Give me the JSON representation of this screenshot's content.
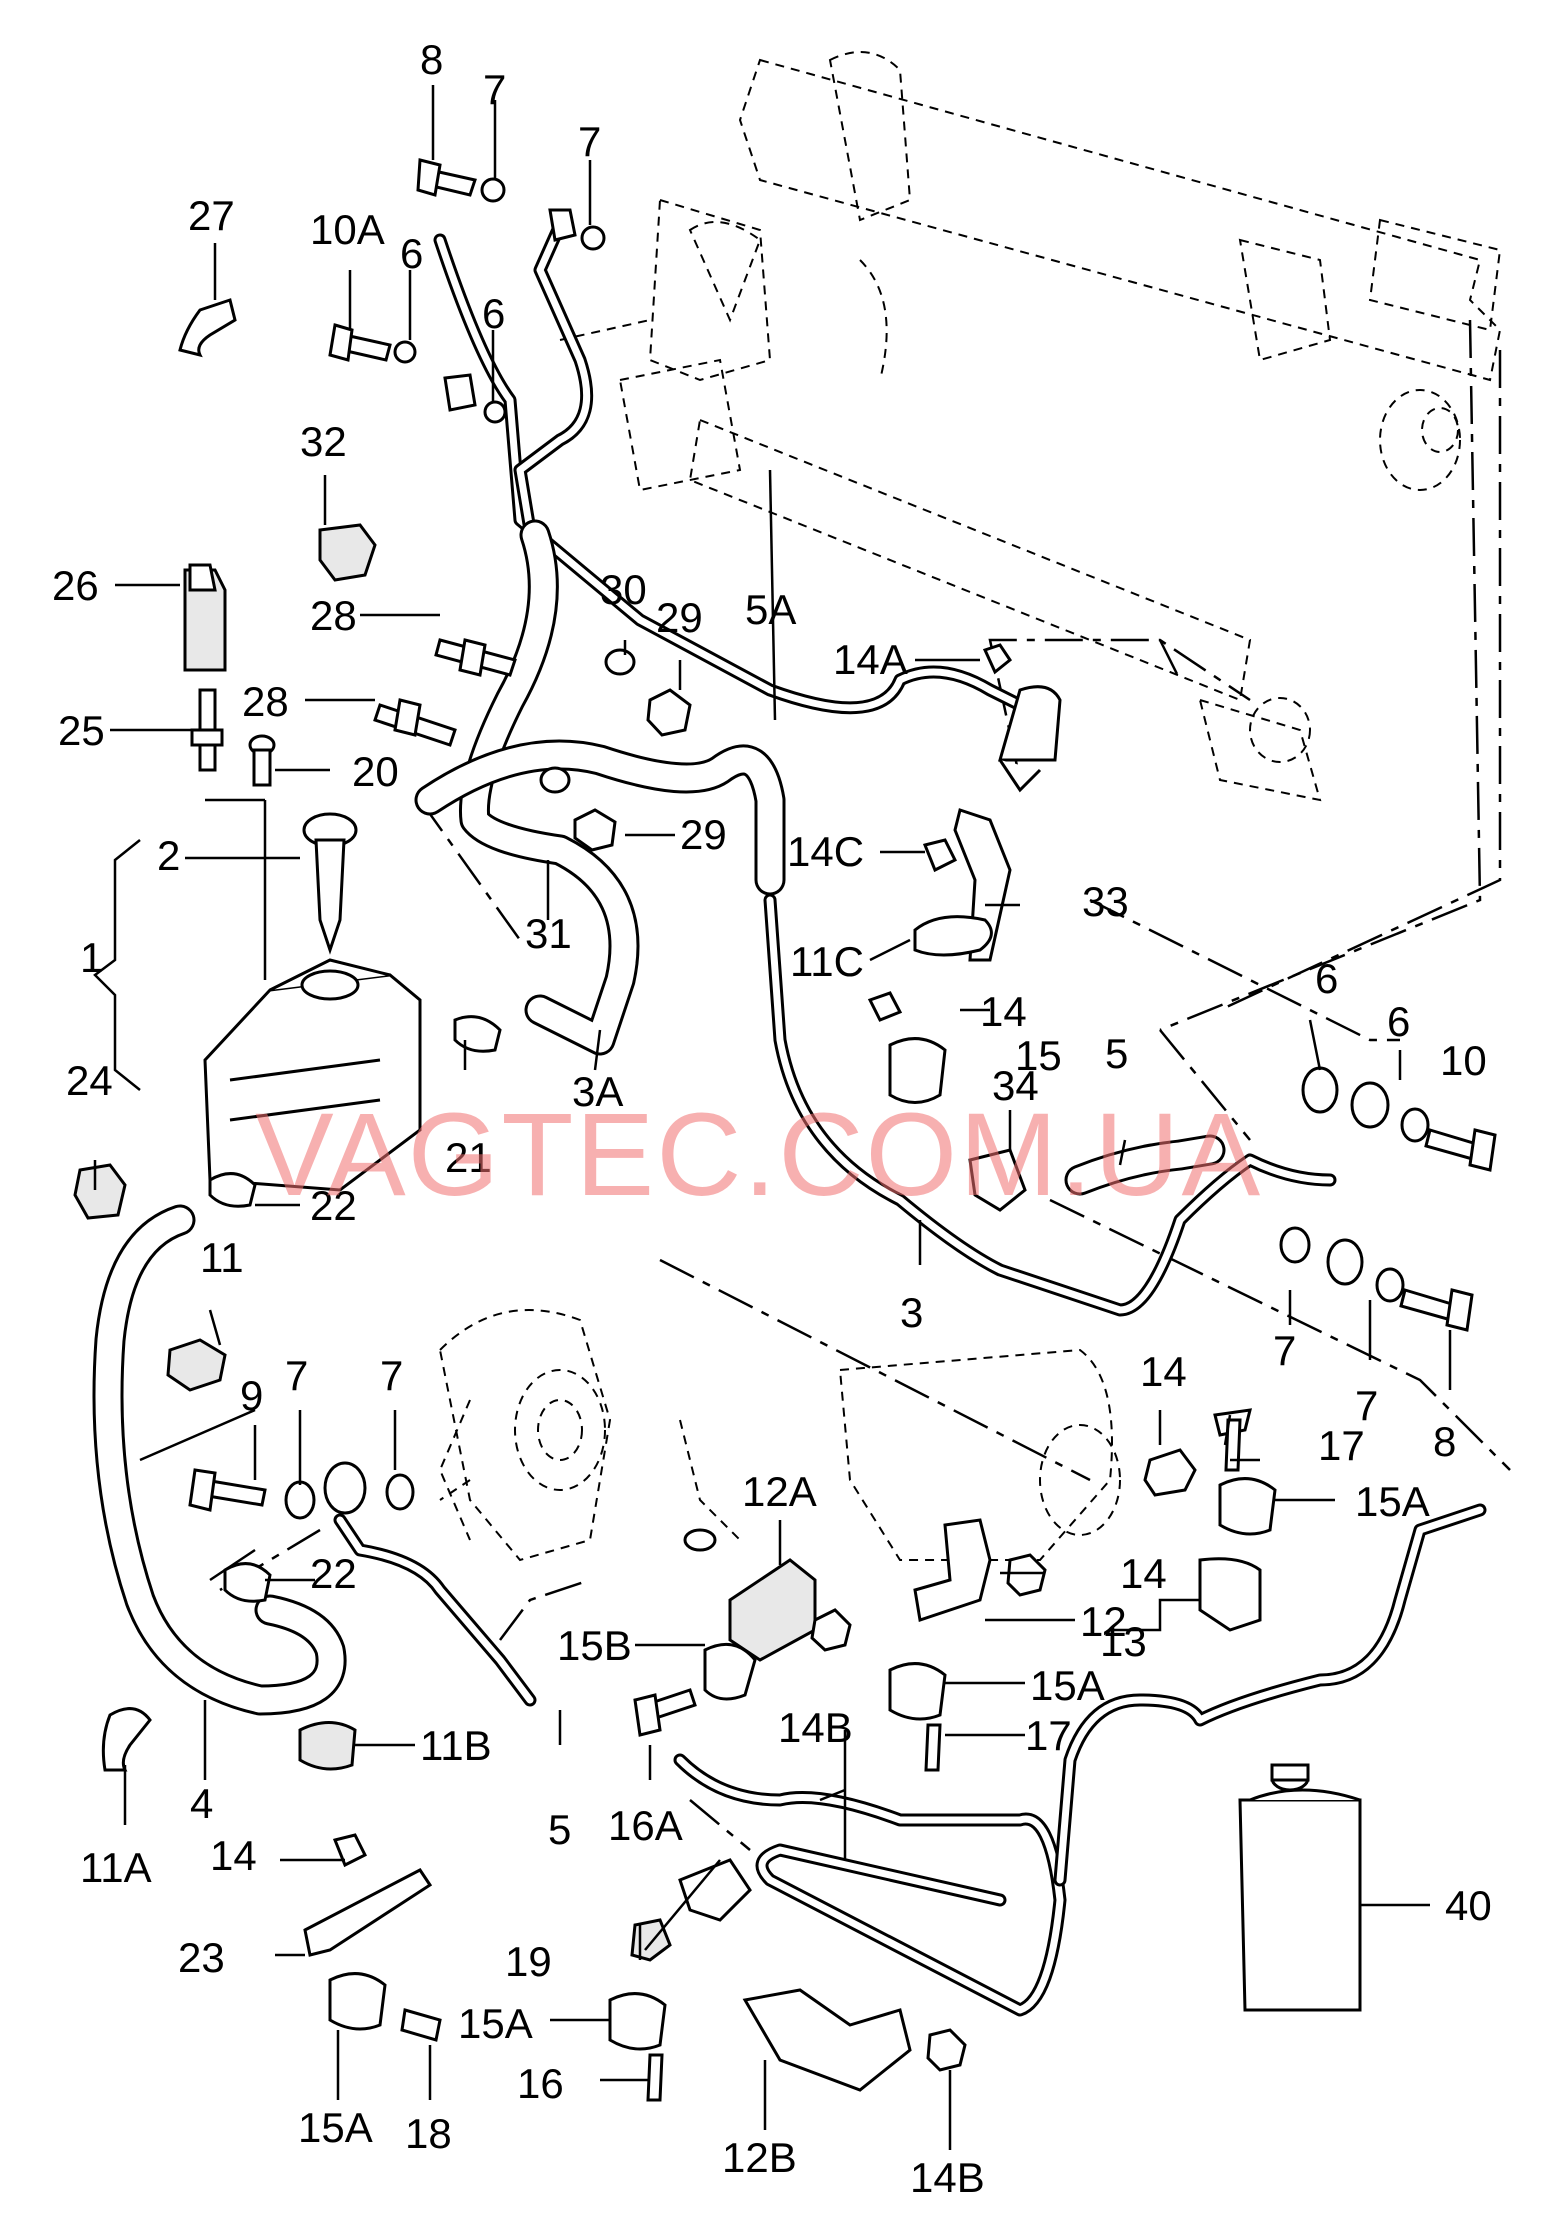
{
  "watermark": "VAGTEC.COM.UA",
  "colors": {
    "line": "#000000",
    "background": "#ffffff",
    "watermark": "#f07070"
  },
  "callouts": {
    "c8a": "8",
    "c7a": "7",
    "c7b": "7",
    "c27": "27",
    "c10a": "10A",
    "c6a": "6",
    "c6b": "6",
    "c32": "32",
    "c26": "26",
    "c28a": "28",
    "c30": "30",
    "c29a": "29",
    "c5a": "5A",
    "c14a": "14A",
    "c28b": "28",
    "c25": "25",
    "c20": "20",
    "c29b": "29",
    "c14c": "14C",
    "c2": "2",
    "c33": "33",
    "c11c": "11C",
    "c31": "31",
    "c1": "1",
    "c6c": "6",
    "c6d": "6",
    "c14b_top": "14",
    "c15": "15",
    "c5b": "5",
    "c10": "10",
    "c24": "24",
    "c34": "34",
    "c3a": "3A",
    "c21": "21",
    "c22a": "22",
    "c11": "11",
    "c3": "3",
    "c7c": "7",
    "c7d": "7",
    "c9": "9",
    "c7e": "7",
    "c7f": "7",
    "c14d": "14",
    "c8b": "8",
    "c17a": "17",
    "c12a": "12A",
    "c15a1": "15A",
    "c22b": "22",
    "c14e": "14",
    "c12": "12",
    "c13": "13",
    "c15b": "15B",
    "c15a2": "15A",
    "c4": "4",
    "c11b": "11B",
    "c14b1": "14B",
    "c17b": "17",
    "c11a": "11A",
    "c5c": "5",
    "c16a": "16A",
    "c14f": "14",
    "c40": "40",
    "c23": "23",
    "c19": "19",
    "c15a3": "15A",
    "c16": "16",
    "c15a4": "15A",
    "c18": "18",
    "c12b": "12B",
    "c14b2": "14B"
  }
}
